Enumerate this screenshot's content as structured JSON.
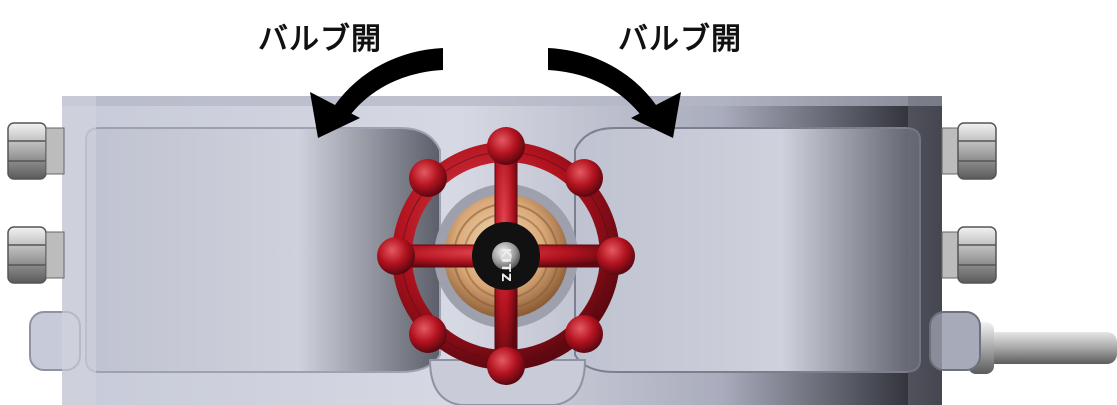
{
  "labels": {
    "left": "バルブ開",
    "right": "バルブ開"
  },
  "valve": {
    "brand_mark": "KITZ",
    "handwheel_color": "#b0121e"
  },
  "colors": {
    "housing": "#c9ccd8",
    "arrow": "#000000"
  }
}
